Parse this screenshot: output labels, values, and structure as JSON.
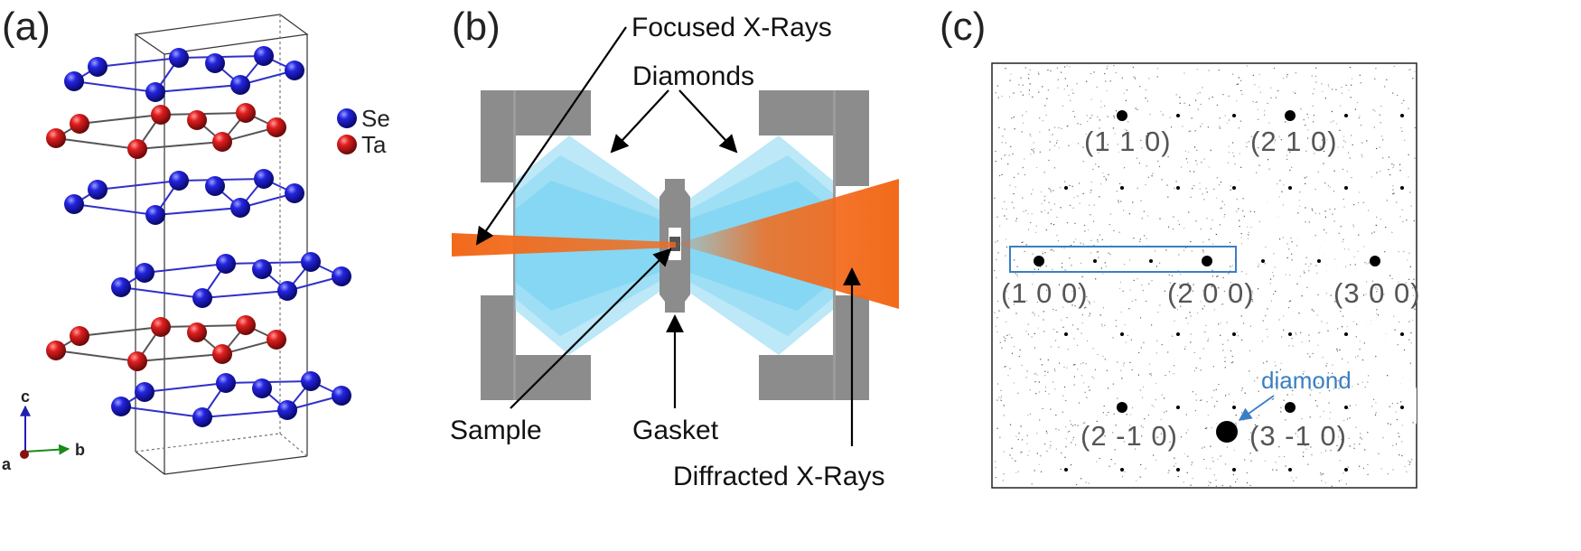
{
  "panels": {
    "a": {
      "label": "(a)",
      "legend": [
        {
          "text": "Se",
          "color": "#1a1ad6"
        },
        {
          "text": "Ta",
          "color": "#d61a1a"
        }
      ],
      "axes": {
        "c": "c",
        "a": "a",
        "b": "b"
      }
    },
    "b": {
      "label": "(b)",
      "captions": {
        "focused": "Focused X-Rays",
        "diamonds": "Diamonds",
        "sample": "Sample",
        "gasket": "Gasket",
        "diffracted": "Diffracted X-Rays"
      },
      "colors": {
        "beam": "#f26a1b",
        "diamond": "#8fd8f2",
        "cell": "#8c8c8c"
      }
    },
    "c": {
      "label": "(c)",
      "reflections": {
        "r110": "(1 1 0)",
        "r210": "(2 1 0)",
        "r100": "(1 0 0)",
        "r200": "(2 0 0)",
        "r300": "(3 0 0)",
        "r2m10": "(2 -1 0)",
        "r3m10": "(3 -1 0)"
      },
      "diamond_label": "diamond",
      "highlight_color": "#3a7fc1"
    }
  }
}
